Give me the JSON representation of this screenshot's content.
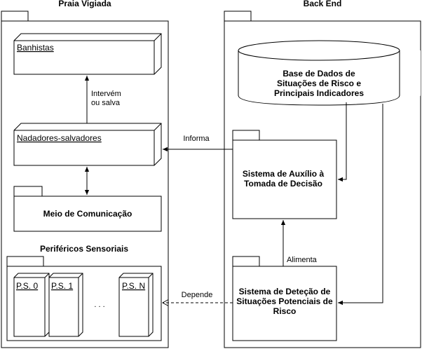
{
  "praia": {
    "title": "Praia Vigiada"
  },
  "backend": {
    "title": "Back End"
  },
  "nodes": {
    "banhistas": "Banhistas",
    "nadadores": "Nadadores-salvadores",
    "meio": "Meio de Comunicação",
    "perifericos_title": "Periféricos Sensoriais",
    "ps0": "P.S. 0",
    "ps1": "P.S. 1",
    "psn": "P.S. N",
    "dots": ". . .",
    "db": [
      "Base de Dados de",
      "Situações de Risco e",
      "Principais Indicadores"
    ],
    "sistema_auxilio": [
      "Sistema de Auxílio à",
      "Tomada de Decisão"
    ],
    "sistema_detecao": [
      "Sistema de Deteção de",
      "Situações Potenciais de",
      "Risco"
    ]
  },
  "edges": {
    "intervem": [
      "Intervém",
      "ou salva"
    ],
    "informa": "Informa",
    "alimenta": "Alimenta",
    "depende": "Depende"
  }
}
